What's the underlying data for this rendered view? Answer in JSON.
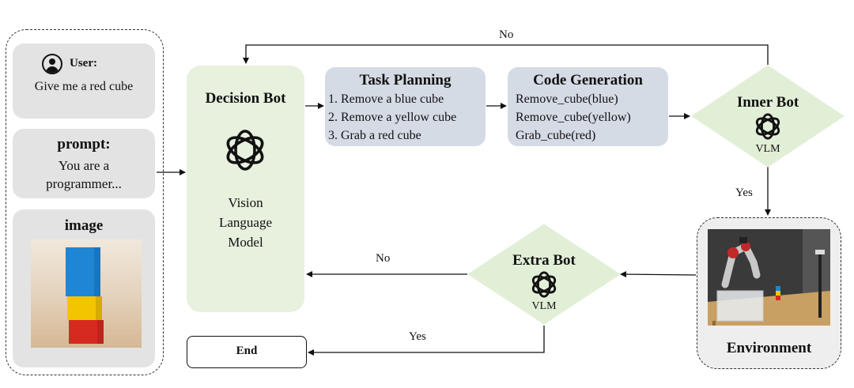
{
  "input": {
    "user_label": "User:",
    "user_message": "Give me a red cube",
    "prompt_title": "prompt:",
    "prompt_text": "You are a\nprogrammer...",
    "image_title": "image"
  },
  "decision_bot": {
    "title": "Decision Bot",
    "model_text": "Vision\nLanguage\nModel"
  },
  "task_planning": {
    "title": "Task Planning",
    "steps": [
      "1. Remove a blue cube",
      "2. Remove a yellow cube",
      "3. Grab a red cube"
    ]
  },
  "code_generation": {
    "title": "Code Generation",
    "lines": [
      "Remove_cube(blue)",
      "Remove_cube(yellow)",
      "Grab_cube(red)"
    ]
  },
  "inner_bot": {
    "title": "Inner Bot",
    "model": "VLM"
  },
  "extra_bot": {
    "title": "Extra Bot",
    "model": "VLM"
  },
  "environment": {
    "label": "Environment"
  },
  "end": {
    "label": "End"
  },
  "edges": {
    "inner_no": "No",
    "inner_yes": "Yes",
    "extra_no": "No",
    "extra_yes": "Yes"
  },
  "colors": {
    "decision_fill": "#e7f1de",
    "box_fill": "#d5dbe5",
    "diamond_fill": "#e2efd7",
    "card_fill": "#e3e3e3",
    "cube_blue": "#1f86d6",
    "cube_yellow": "#f3c400",
    "cube_red": "#d62a20"
  },
  "icons": {
    "user": "user-circle-icon",
    "model": "openai-knot-icon"
  }
}
